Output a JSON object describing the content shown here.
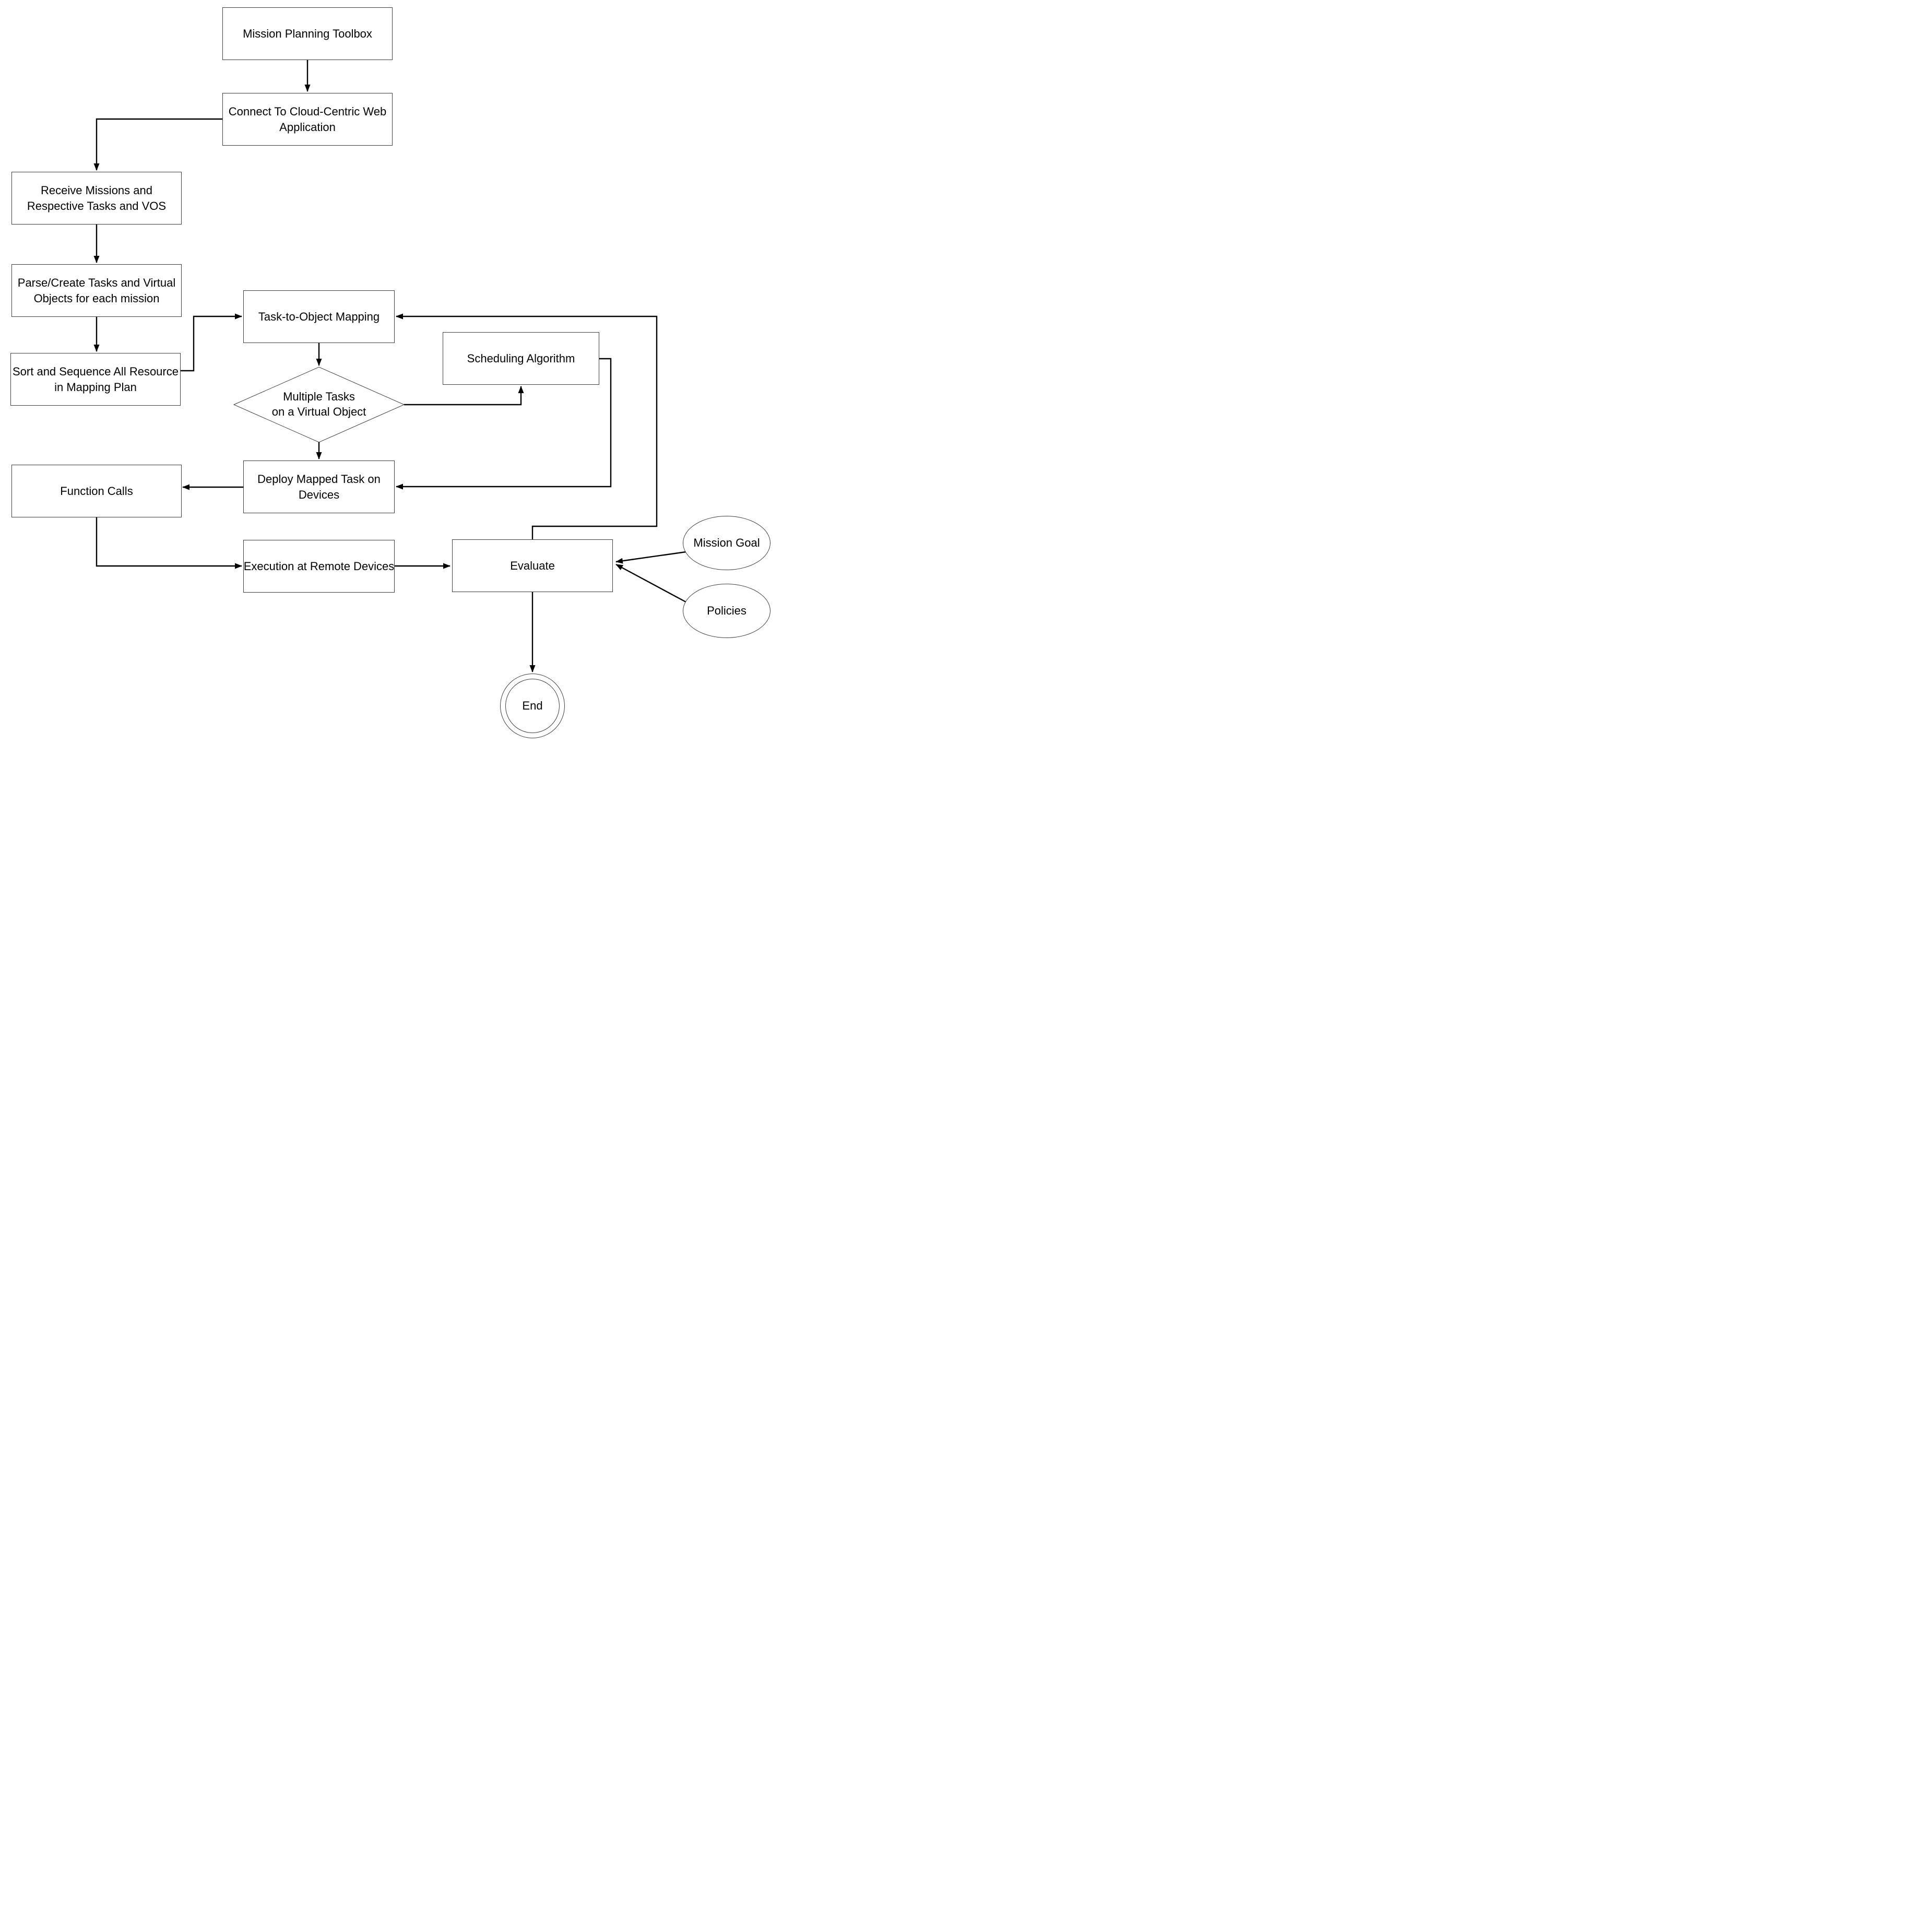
{
  "diagram": {
    "type": "flowchart",
    "background_color": "#ffffff",
    "connector_color": "#000000",
    "shape_border_color": "#3f3f3f",
    "text_color": "#000000",
    "nodes": {
      "mission_planning": {
        "shape": "process",
        "lines": [
          "Mission Planning Toolbox"
        ]
      },
      "connect_cloud": {
        "shape": "process",
        "lines": [
          "Connect To Cloud-Centric Web",
          "Application"
        ]
      },
      "receive_missions": {
        "shape": "process",
        "lines": [
          "Receive Missions and",
          "Respective Tasks and VOS"
        ]
      },
      "parse_create": {
        "shape": "process",
        "lines": [
          "Parse/Create Tasks and Virtual",
          "Objects for each mission"
        ]
      },
      "sort_sequence": {
        "shape": "process",
        "lines": [
          "Sort and Sequence All Resource",
          "in Mapping Plan"
        ]
      },
      "task_to_object": {
        "shape": "process",
        "lines": [
          "Task-to-Object Mapping"
        ]
      },
      "scheduling": {
        "shape": "process",
        "lines": [
          "Scheduling Algorithm"
        ]
      },
      "multiple_tasks": {
        "shape": "decision",
        "lines": [
          "Multiple Tasks",
          "on a Virtual Object"
        ]
      },
      "deploy_mapped": {
        "shape": "process",
        "lines": [
          "Deploy Mapped Task on",
          "Devices"
        ]
      },
      "function_calls": {
        "shape": "process",
        "lines": [
          "Function Calls"
        ]
      },
      "execution_remote": {
        "shape": "process",
        "lines": [
          "Execution at Remote Devices"
        ]
      },
      "evaluate": {
        "shape": "process",
        "lines": [
          "Evaluate"
        ]
      },
      "mission_goal": {
        "shape": "ellipse",
        "lines": [
          "Mission Goal"
        ]
      },
      "policies": {
        "shape": "ellipse",
        "lines": [
          "Policies"
        ]
      },
      "end": {
        "shape": "terminator-double-circle",
        "lines": [
          "End"
        ]
      }
    },
    "edges": [
      {
        "from": "mission_planning",
        "to": "connect_cloud"
      },
      {
        "from": "connect_cloud",
        "to": "receive_missions"
      },
      {
        "from": "receive_missions",
        "to": "parse_create"
      },
      {
        "from": "parse_create",
        "to": "sort_sequence"
      },
      {
        "from": "sort_sequence",
        "to": "task_to_object"
      },
      {
        "from": "task_to_object",
        "to": "multiple_tasks"
      },
      {
        "from": "multiple_tasks",
        "to": "scheduling"
      },
      {
        "from": "scheduling",
        "to": "deploy_mapped"
      },
      {
        "from": "multiple_tasks",
        "to": "deploy_mapped"
      },
      {
        "from": "deploy_mapped",
        "to": "function_calls"
      },
      {
        "from": "function_calls",
        "to": "execution_remote"
      },
      {
        "from": "execution_remote",
        "to": "evaluate"
      },
      {
        "from": "evaluate",
        "to": "task_to_object"
      },
      {
        "from": "mission_goal",
        "to": "evaluate"
      },
      {
        "from": "policies",
        "to": "evaluate"
      },
      {
        "from": "evaluate",
        "to": "end"
      }
    ]
  }
}
